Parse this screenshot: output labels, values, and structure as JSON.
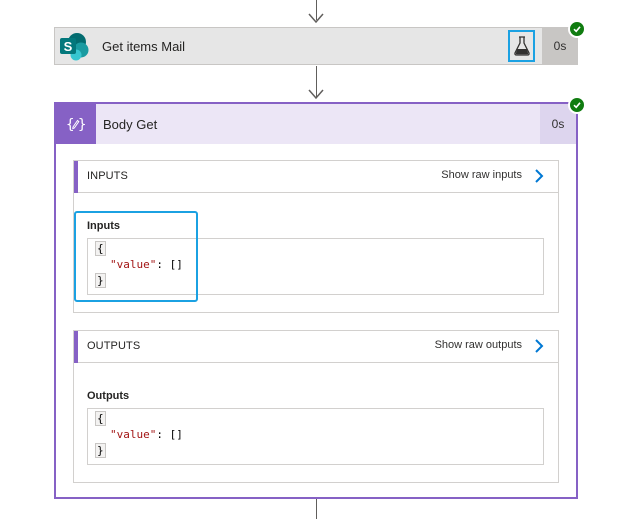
{
  "action1": {
    "title": "Get items Mail",
    "duration": "0s",
    "icon": "sharepoint-icon",
    "status": "succeeded",
    "brand_color": "#038387"
  },
  "action2": {
    "title": "Body Get",
    "duration": "0s",
    "icon": "compose-icon",
    "status": "succeeded",
    "accent_color": "#8661c5"
  },
  "inputs": {
    "section_title": "INPUTS",
    "show_raw_label": "Show raw inputs",
    "field_label": "Inputs",
    "code": {
      "open": "{",
      "key": "\"value\"",
      "rest": ": []",
      "close": "}"
    }
  },
  "outputs": {
    "section_title": "OUTPUTS",
    "show_raw_label": "Show raw outputs",
    "field_label": "Outputs",
    "code": {
      "open": "{",
      "key": "\"value\"",
      "rest": ": []",
      "close": "}"
    }
  },
  "colors": {
    "success": "#107c10",
    "highlight": "#1ba1e2",
    "link_chevron": "#0078d4"
  }
}
